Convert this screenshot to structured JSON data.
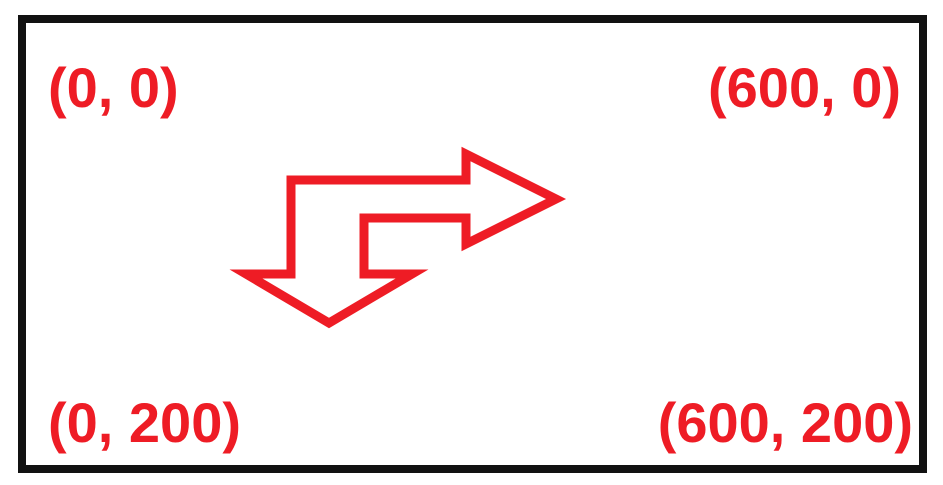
{
  "labels": {
    "top_left": "(0, 0)",
    "top_right": "(600, 0)",
    "bottom_left": "(0, 200)",
    "bottom_right": "(600, 200)"
  },
  "colors": {
    "accent": "#ee1c25",
    "frame": "#111111",
    "background": "#ffffff"
  },
  "icons": {
    "arrow": "right-down-bent-arrow-icon"
  }
}
